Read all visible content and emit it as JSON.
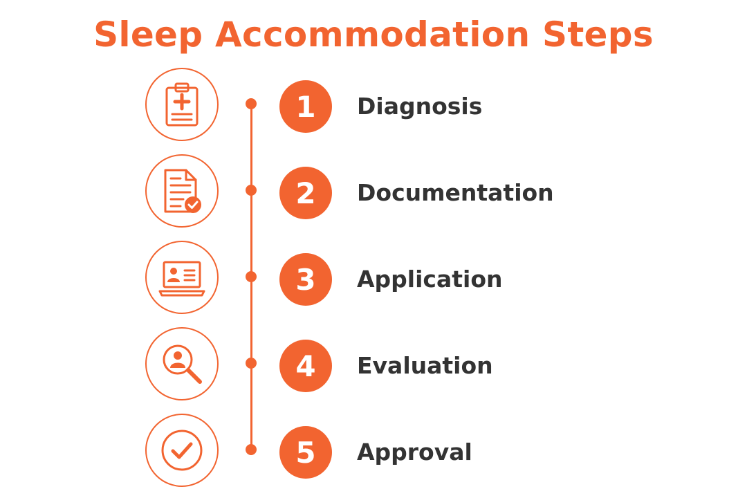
{
  "title": "Sleep Accommodation Steps",
  "colors": {
    "accent": "#F26430",
    "text": "#333333",
    "background": "#FFFFFF"
  },
  "steps": [
    {
      "number": "1",
      "label": "Diagnosis",
      "icon": "medical-clipboard-icon"
    },
    {
      "number": "2",
      "label": "Documentation",
      "icon": "document-check-icon"
    },
    {
      "number": "3",
      "label": "Application",
      "icon": "laptop-profile-icon"
    },
    {
      "number": "4",
      "label": "Evaluation",
      "icon": "magnifier-person-icon"
    },
    {
      "number": "5",
      "label": "Approval",
      "icon": "checkmark-icon"
    }
  ]
}
